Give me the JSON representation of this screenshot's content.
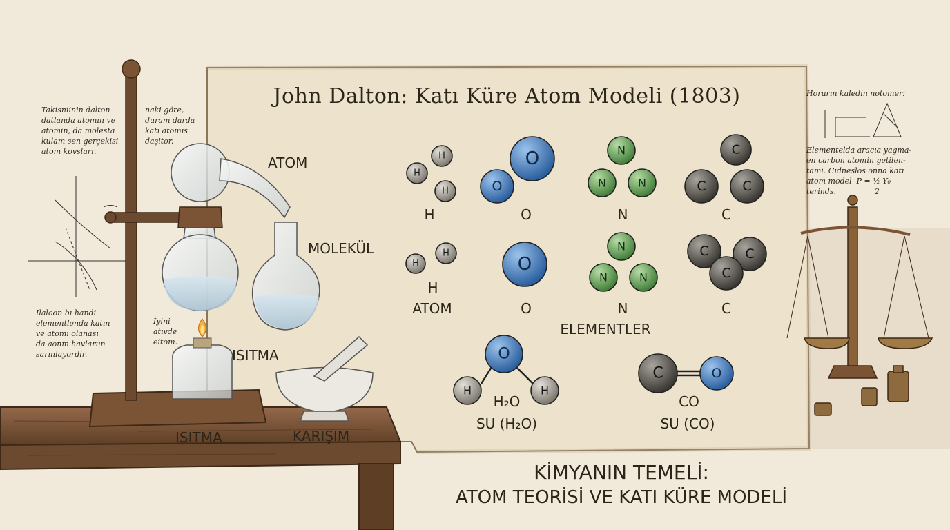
{
  "title": "John Dalton: Katı Küre Atom Modeli (1803)",
  "apparatus": {
    "atom": "ATOM",
    "molekul": "MOLEKÜL",
    "isitma_burner": "ISITMA",
    "isitma_table": "ISITMA",
    "karisim": "KARIŞIM"
  },
  "grid": {
    "h_label": "H",
    "o_label": "O",
    "n_label": "N",
    "c_label": "C",
    "h_row2": "H",
    "atom_row2": "ATOM",
    "o_row2": "O",
    "n_row2": "N",
    "elementler": "ELEMENTLER",
    "c_row2": "C"
  },
  "atom_letters": {
    "h": "H",
    "o": "O",
    "n": "N",
    "c": "C"
  },
  "compounds": {
    "water_formula": "H₂O",
    "water_name": "SU (H₂O)",
    "co_formula": "CO",
    "co_name": "SU (CO)"
  },
  "footer": {
    "line1": "KİMYANIN TEMELİ:",
    "line2": "ATOM TEORİSİ VE KATI KÜRE MODELİ"
  },
  "notes": {
    "left_top_a": "Takisniinin dalton\ndatlanda atomın ve\natomin, da molesta\nkulam sen gerçekisi\natom kovslarr.",
    "left_top_b": "naki göre,\nduram darda\nkatı atomıs\ndaşitor.",
    "left_bottom": "Ilaloon bı handi\nelementlenda katın\nve atomı olanası\nda aonm havlarıın\nsarınlayordir.",
    "center_small": "İyini\natıvde\neitom.",
    "right_top": "Horurın kaledin notomer:",
    "right_mid": "Elementelda aracıa yagma-\nen carbon atomin getilen-\ntami. Cıdneslos onna katı\natom model  P = ½ Y₀\nterinds.                2"
  },
  "colors": {
    "hydrogen": "#9a958c",
    "oxygen": "#3f79bf",
    "nitrogen": "#5f9a4e",
    "carbon": "#5a5650",
    "parchment": "#ede3cd",
    "wood": "#7a5434"
  }
}
